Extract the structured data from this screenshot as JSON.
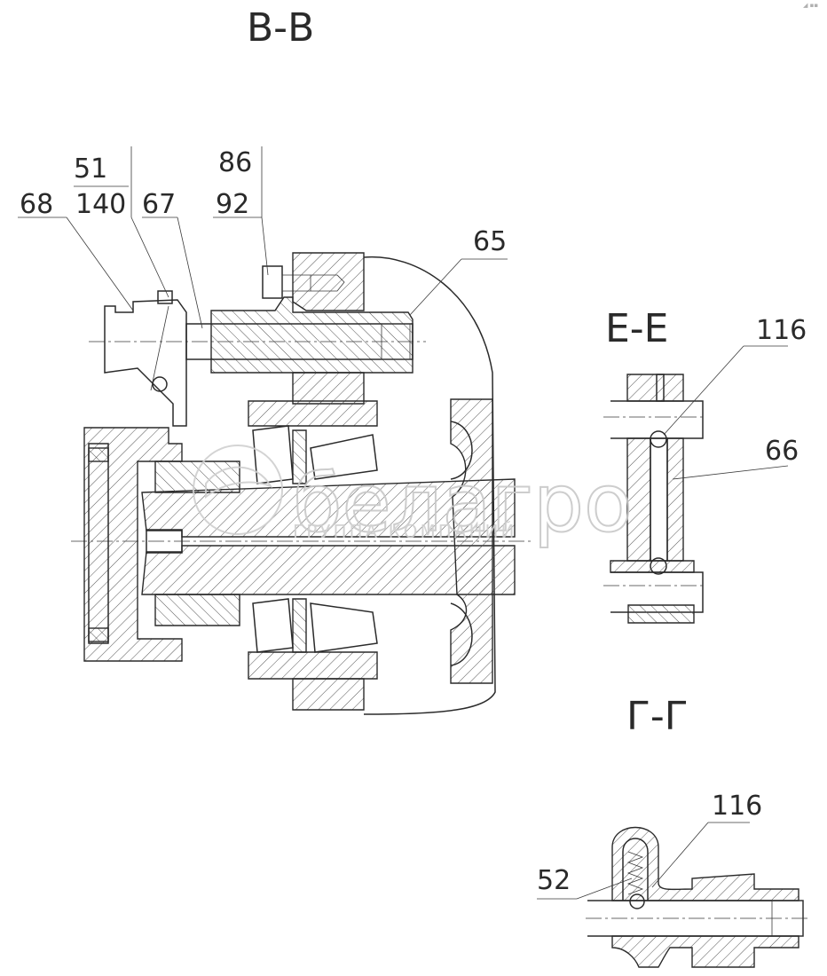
{
  "sections": {
    "bb": "В-В",
    "ee": "Е-Е",
    "gg": "Г-Г"
  },
  "callouts": {
    "c51": "51",
    "c140": "140",
    "c68": "68",
    "c67": "67",
    "c86": "86",
    "c92": "92",
    "c65": "65",
    "c116_e": "116",
    "c66": "66",
    "c116_g": "116",
    "c52": "52"
  },
  "watermark": {
    "brand": "белагро",
    "tagline": "ГРУППА КОМПАНИЙ"
  }
}
